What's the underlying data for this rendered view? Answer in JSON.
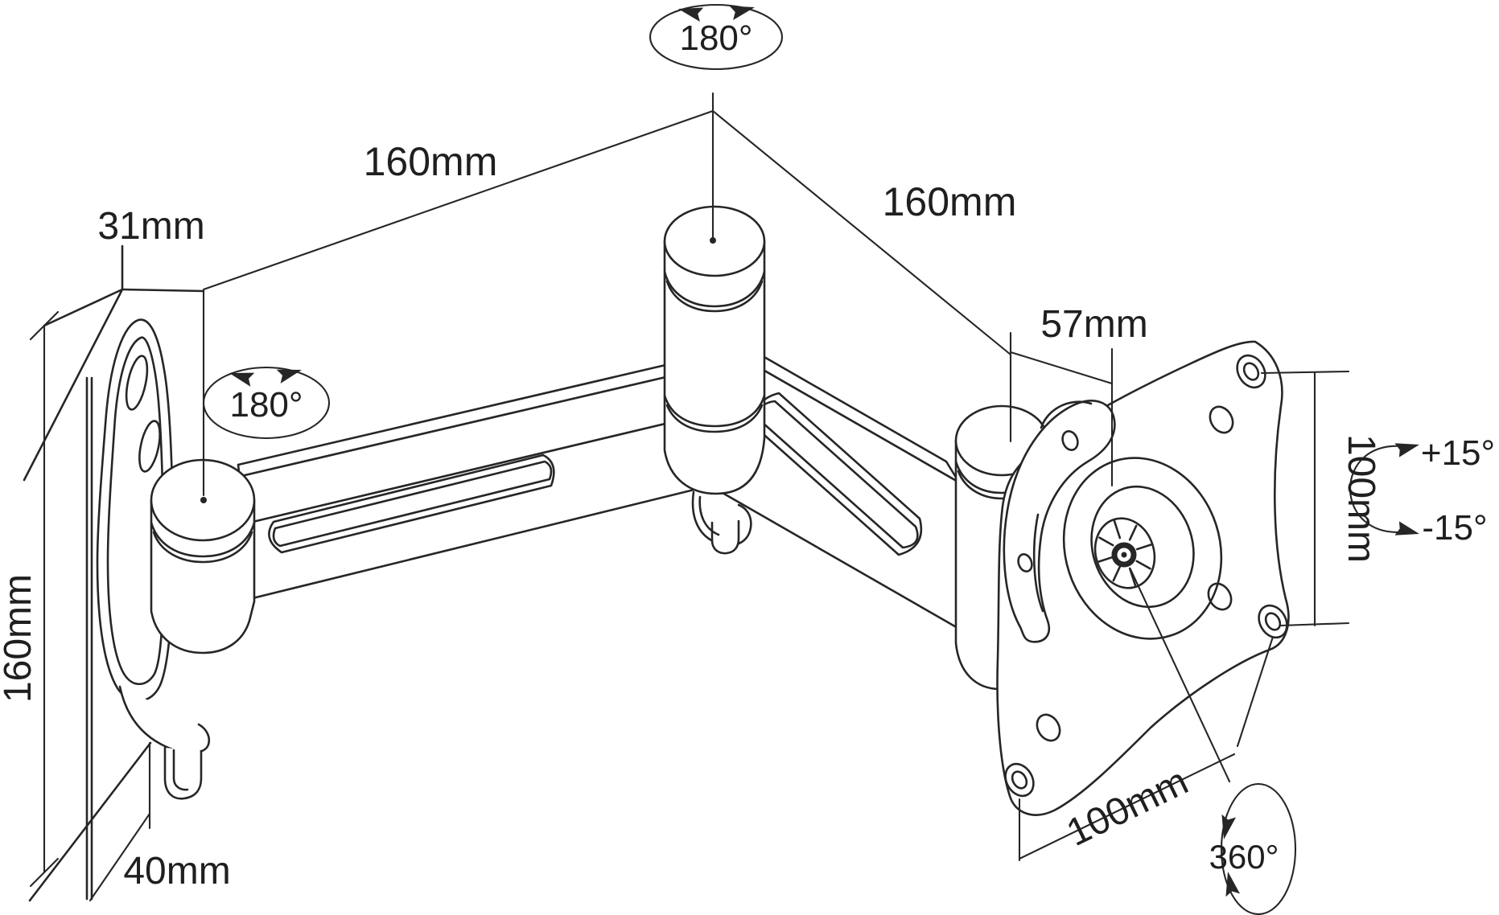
{
  "drawing": {
    "title": "Articulating monitor wall-mount arm - dimensioned isometric line drawing",
    "line_color": "#262626",
    "background": "#ffffff"
  },
  "labels": {
    "swivel_top": "180°",
    "swivel_wall": "180°",
    "rotate_vesa": "360°",
    "tilt_up": "+15°",
    "tilt_down": "-15°",
    "arm1_length": "160mm",
    "arm2_length": "160mm",
    "wall_plate_width": "31mm",
    "pivot_to_plate": "57mm",
    "vesa_vertical": "100mm",
    "vesa_horizontal": "100mm",
    "wall_plate_height": "160mm",
    "wall_plate_depth": "40mm"
  }
}
